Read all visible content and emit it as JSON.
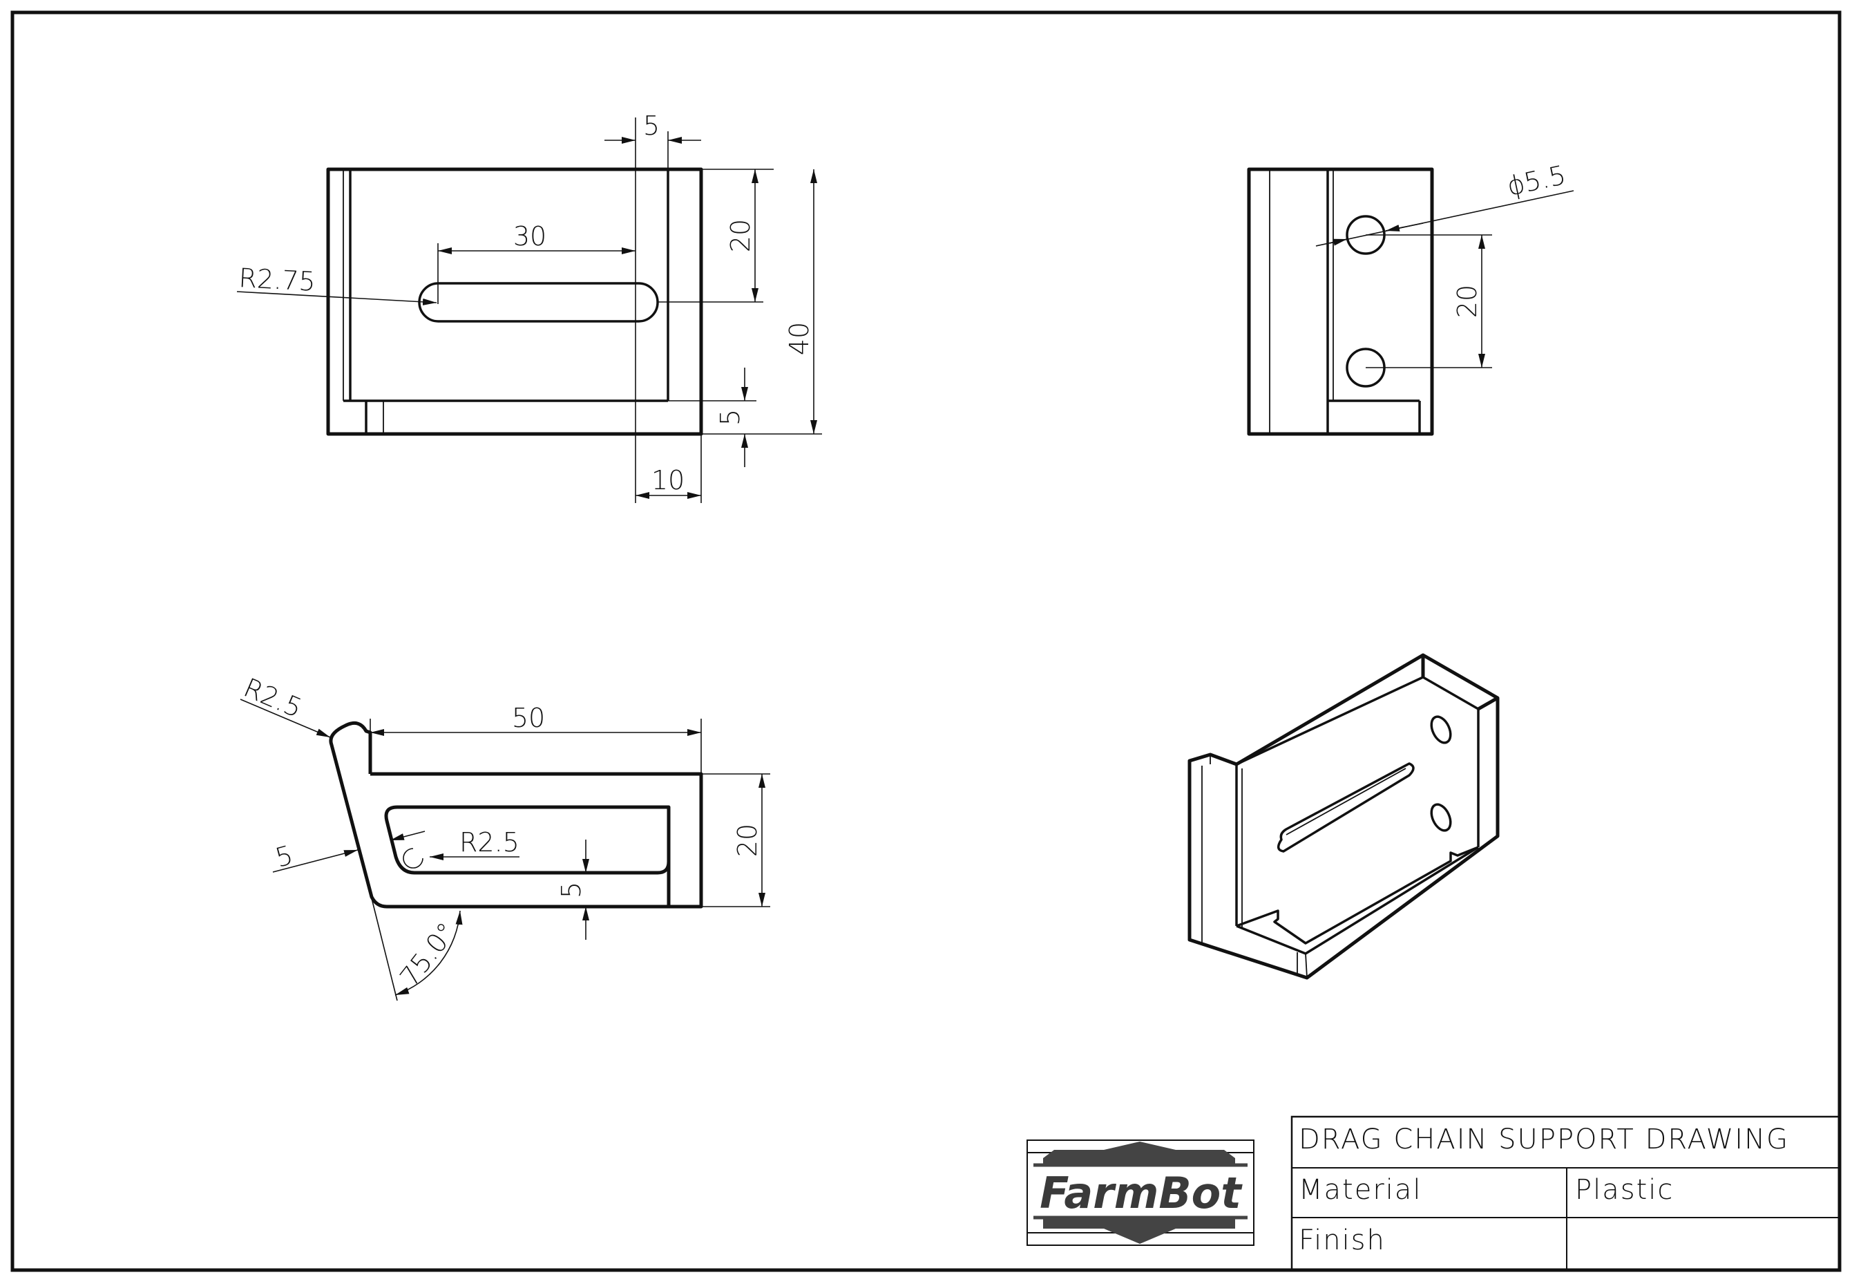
{
  "title_block": {
    "title": "DRAG CHAIN SUPPORT DRAWING",
    "material_label": "Material",
    "material_value": "Plastic",
    "finish_label": "Finish",
    "finish_value": ""
  },
  "logo": {
    "text": "FarmBot"
  },
  "front_view": {
    "dim_top_gap": "5",
    "dim_slot_length": "30",
    "dim_slot_radius": "R2.75",
    "dim_slot_height": "20",
    "dim_height": "40",
    "dim_bottom": "5",
    "dim_side": "10"
  },
  "side_view": {
    "dim_hole_diameter": "ϕ5.5",
    "dim_hole_spacing": "20"
  },
  "bottom_view": {
    "dim_tip_radius": "R2.5",
    "dim_length": "50",
    "dim_height": "20",
    "dim_inner_radius": "R2.5",
    "dim_thickness": "5",
    "dim_floor": "5",
    "dim_angle": "75.0°"
  }
}
